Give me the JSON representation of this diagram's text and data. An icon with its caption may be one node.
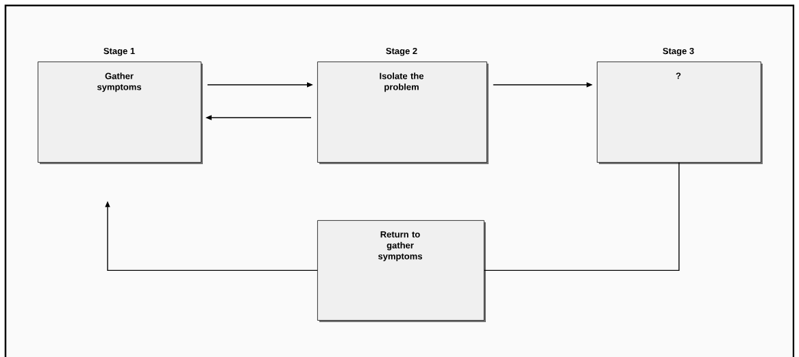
{
  "diagram": {
    "nodes": [
      {
        "text": [
          "Stage 1",
          "Gather symptoms"
        ]
      },
      {
        "text": [
          "Stage 2",
          "Isolate the problem"
        ]
      },
      {
        "text": [
          "Stage 3",
          "?"
        ]
      },
      {
        "text": [
          "Return to gather symptoms"
        ]
      }
    ],
    "edges": [
      {
        "from": 0,
        "to": 1,
        "arrow": "to"
      },
      {
        "from": 1,
        "to": 0,
        "arrow": "to"
      },
      {
        "from": 1,
        "to": 2,
        "arrow": "to"
      },
      {
        "from": 2,
        "to": 3,
        "arrow": "none"
      },
      {
        "from": 3,
        "to": 0,
        "arrow": "to"
      }
    ]
  }
}
